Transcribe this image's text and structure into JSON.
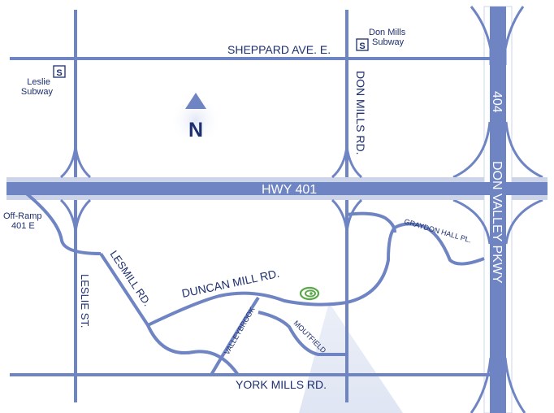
{
  "colors": {
    "road": "#6f84c2",
    "halo": "#ccd4ea",
    "label": "#1d2f6f",
    "location_logo": "#5aa84a",
    "north_arrow": "#6f84c2",
    "north_letter": "#1d3a8c"
  },
  "roads": {
    "sheppard": "SHEPPARD AVE. E.",
    "hwy401": "HWY 401",
    "don_mills": "DON MILLS RD.",
    "hwy404": "404",
    "dvp": "DON VALLEY PKWY",
    "leslie": "LESLIE ST.",
    "lesmill": "LESMILL RD.",
    "duncan_mill": "DUNCAN MILL RD.",
    "valleybrook": "VALLEYBROOK",
    "moutfield": "MOUTFIELD",
    "graydon_hall": "GRAYDON HALL PL.",
    "york_mills": "YORK MILLS RD."
  },
  "stations": {
    "leslie": {
      "line1": "Leslie",
      "line2": "Subway",
      "symbol": "S"
    },
    "don_mills": {
      "line1": "Don Mills",
      "line2": "Subway",
      "symbol": "S"
    }
  },
  "ramp": {
    "line1": "Off-Ramp",
    "line2": "401 E"
  },
  "compass": {
    "letter": "N",
    "icon": "north-arrow-icon"
  },
  "location_icon": "company-logo-icon"
}
